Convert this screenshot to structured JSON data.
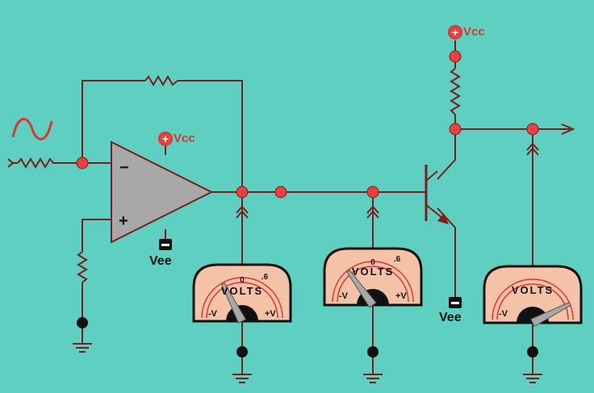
{
  "colors": {
    "background": "#5ecfc0",
    "wire": "#7a1e1e",
    "node": "#ea4040",
    "opamp_fill": "#a8a8a8",
    "meter_face": "#f4c2a6",
    "meter_border": "#d63a32",
    "supply_label": "#d63a32"
  },
  "supplies": {
    "vcc_opamp": "Vcc",
    "vee_opamp": "Vee",
    "vcc_transistor": "Vcc",
    "vee_transistor": "Vee"
  },
  "opamp": {
    "inverting_symbol": "−",
    "noninverting_symbol": "+"
  },
  "meters": [
    {
      "title": "VOLTS",
      "zero_label": "0",
      "scale_mark": ".6",
      "neg_label": "-V",
      "pos_label": "+V",
      "needle_level": 0.35
    },
    {
      "title": "VOLTS",
      "zero_label": "0",
      "scale_mark": ".6",
      "neg_label": "-V",
      "pos_label": "+V",
      "needle_level": 0.3
    },
    {
      "title": "VOLTS",
      "zero_label": "",
      "scale_mark": "",
      "neg_label": "-V",
      "pos_label": "",
      "needle_level": 0.85
    }
  ]
}
